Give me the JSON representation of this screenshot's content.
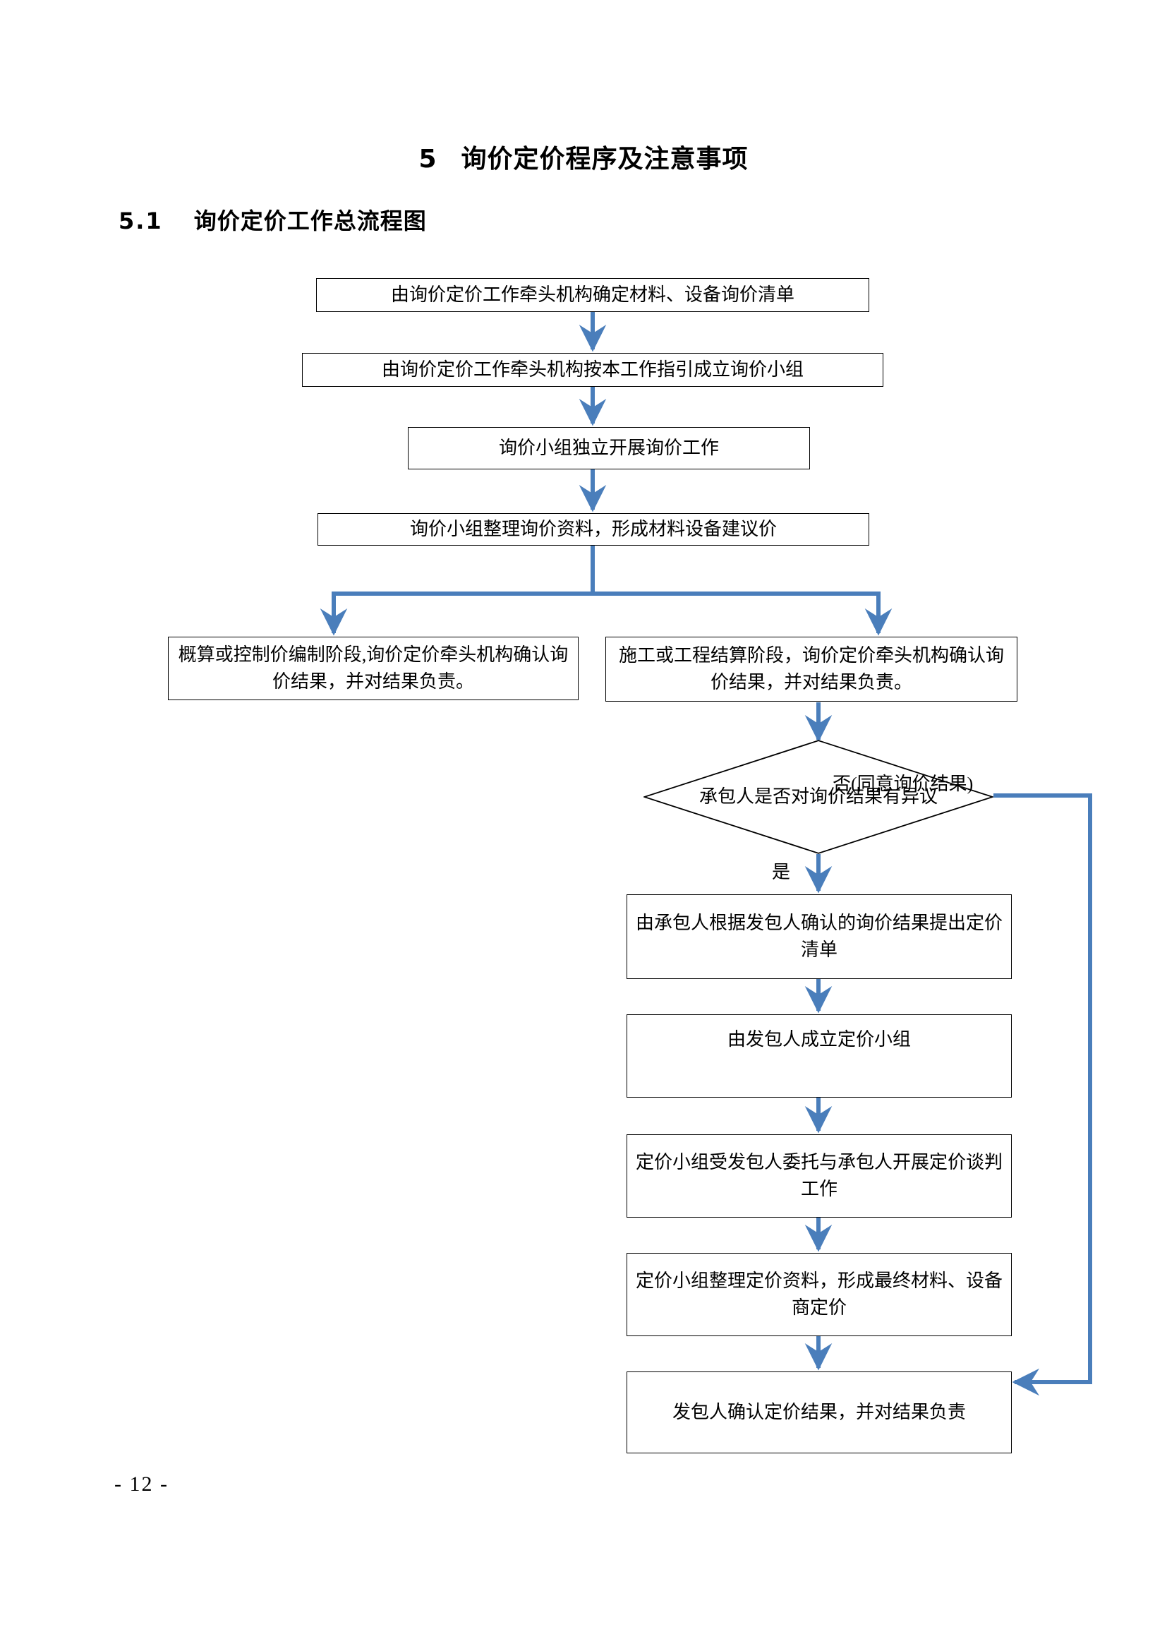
{
  "document": {
    "section_number": "5",
    "section_title": "询价定价程序及注意事项",
    "subsection_number": "5.1",
    "subsection_title": "询价定价工作总流程图",
    "page_number": "- 12 -"
  },
  "flowchart": {
    "accent_color": "#4a7ebb",
    "border_color": "#000000",
    "nodes": [
      {
        "id": "n1",
        "text": "由询价定价工作牵头机构确定材料、设备询价清单"
      },
      {
        "id": "n2",
        "text": "由询价定价工作牵头机构按本工作指引成立询价小组"
      },
      {
        "id": "n3",
        "text": "询价小组独立开展询价工作"
      },
      {
        "id": "n4",
        "text": "询价小组整理询价资料，形成材料设备建议价"
      },
      {
        "id": "n5",
        "text": "概算或控制价编制阶段,询价定价牵头机构确认询价结果，并对结果负责。"
      },
      {
        "id": "n6",
        "text": "施工或工程结算阶段，询价定价牵头机构确认询价结果，并对结果负责。"
      },
      {
        "id": "n8",
        "text": "由承包人根据发包人确认的询价结果提出定价清单"
      },
      {
        "id": "n9",
        "text": "由发包人成立定价小组"
      },
      {
        "id": "n10",
        "text": "定价小组受发包人委托与承包人开展定价谈判工作"
      },
      {
        "id": "n11",
        "text": "定价小组整理定价资料，形成最终材料、设备商定价"
      },
      {
        "id": "n12",
        "text": "发包人确认定价结果，并对结果负责"
      }
    ],
    "decision": {
      "id": "n7",
      "text": "承包人是否对询价结果有异议"
    },
    "edge_labels": {
      "no": "否(同意询价结果)",
      "yes": "是"
    }
  }
}
